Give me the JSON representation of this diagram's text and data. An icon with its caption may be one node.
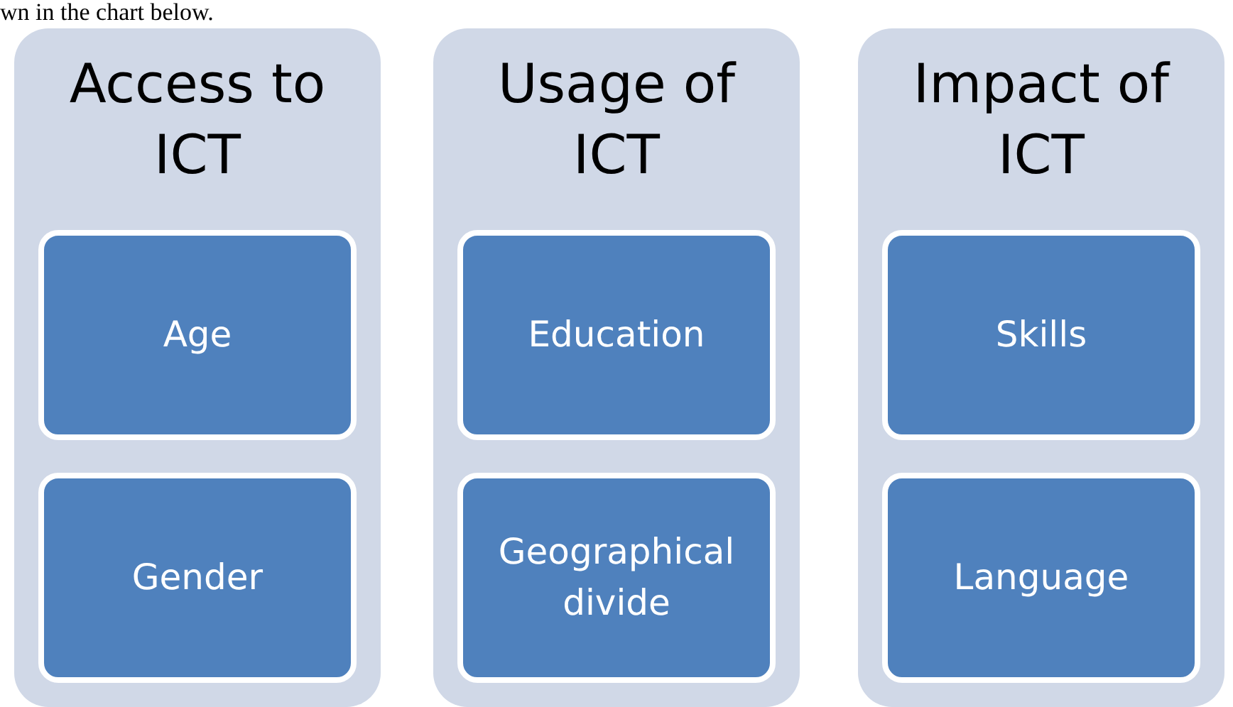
{
  "diagram": {
    "nodes": [
      {
        "text": [
          "Access to ICT"
        ]
      },
      {
        "text": [
          "Age"
        ],
        "in": 0
      },
      {
        "text": [
          "Gender"
        ],
        "in": 0
      },
      {
        "text": [
          "Usage of ICT"
        ]
      },
      {
        "text": [
          "Education"
        ],
        "in": 3
      },
      {
        "text": [
          "Geographical divide"
        ],
        "in": 3
      },
      {
        "text": [
          "Impact of ICT"
        ]
      },
      {
        "text": [
          "Skills"
        ],
        "in": 6
      },
      {
        "text": [
          "Language"
        ],
        "in": 6
      }
    ],
    "labels": [
      "wn in the chart below."
    ]
  }
}
